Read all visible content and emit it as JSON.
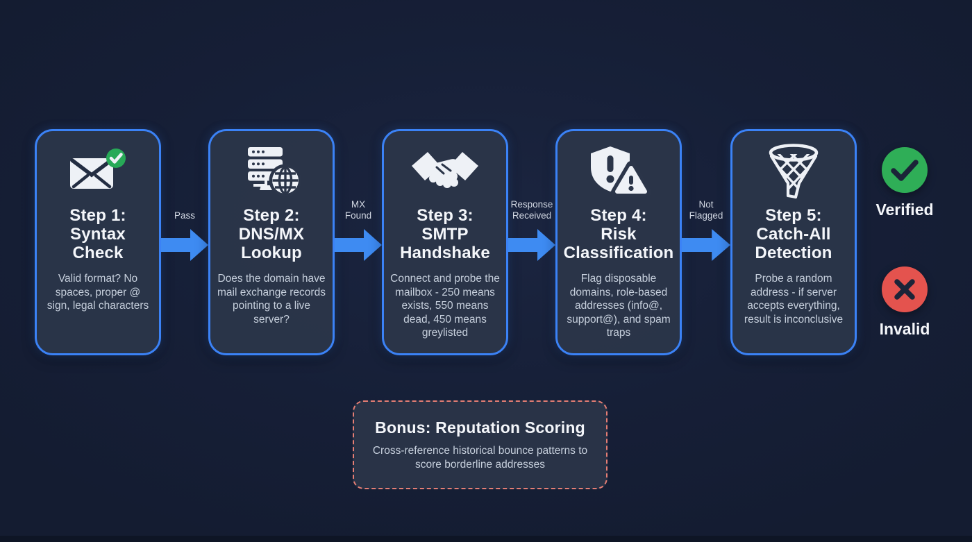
{
  "flow": {
    "steps": [
      {
        "icon": "envelope-check-icon",
        "title": "Step 1:\nSyntax\nCheck",
        "description": "Valid format? No spaces, proper @ sign, legal characters"
      },
      {
        "icon": "server-globe-icon",
        "title": "Step 2:\nDNS/MX\nLookup",
        "description": "Does the domain have mail exchange records pointing to a live server?"
      },
      {
        "icon": "handshake-icon",
        "title": "Step 3:\nSMTP\nHandshake",
        "description": "Connect and probe the mailbox - 250 means exists, 550 means dead, 450 means greylisted"
      },
      {
        "icon": "shield-alert-icon",
        "title": "Step 4:\nRisk\nClassification",
        "description": "Flag disposable domains, role-based addresses (info@, support@), and spam traps"
      },
      {
        "icon": "funnel-net-icon",
        "title": "Step 5:\nCatch-All\nDetection",
        "description": "Probe a random address - if server accepts everything, result is inconclusive"
      }
    ],
    "connectors": [
      {
        "label": "Pass"
      },
      {
        "label": "MX\nFound"
      },
      {
        "label": "Response\nReceived"
      },
      {
        "label": "Not\nFlagged"
      }
    ],
    "outcomes": [
      {
        "icon": "check-circle-icon",
        "label": "Verified",
        "color": "#2fae57"
      },
      {
        "icon": "x-circle-icon",
        "label": "Invalid",
        "color": "#e4534e"
      }
    ],
    "bonus": {
      "title": "Bonus: Reputation Scoring",
      "description": "Cross-reference historical bounce patterns to score borderline addresses"
    }
  },
  "colors": {
    "background": "#161f37",
    "card_fill": "#2b3549",
    "card_border": "#3b82f6",
    "arrow": "#3e8bf2",
    "bonus_border": "#e57e74",
    "verified_green": "#2fae57",
    "invalid_red": "#e4534e",
    "glyph_dark": "#1b2438"
  }
}
